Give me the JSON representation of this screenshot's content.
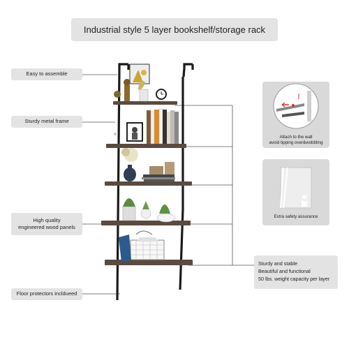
{
  "title": "Industrial style 5 layer bookshelf/storage rack",
  "labels": {
    "easy": "Easy to assemble",
    "sturdy_frame": "Sturdy metal frame",
    "wood_line1": "High quality",
    "wood_line2": "engineered wood panels",
    "floor": "Floor protectors incldueed"
  },
  "right": {
    "attach_line1": "Attach to the wall",
    "attach_line2": "avoid tipping over&wobbling",
    "extra_safety": "Extra safety assurance"
  },
  "desc": {
    "line1": "Sturdy and stable",
    "line2": "Beautiful and functional",
    "line3": "50 lbs. weight capacity per layer"
  },
  "colors": {
    "label_bg": "#e3e3e3",
    "panel_bg": "#d9d9d9",
    "frame": "#1b1b1b",
    "wood": "#5a4b40"
  }
}
